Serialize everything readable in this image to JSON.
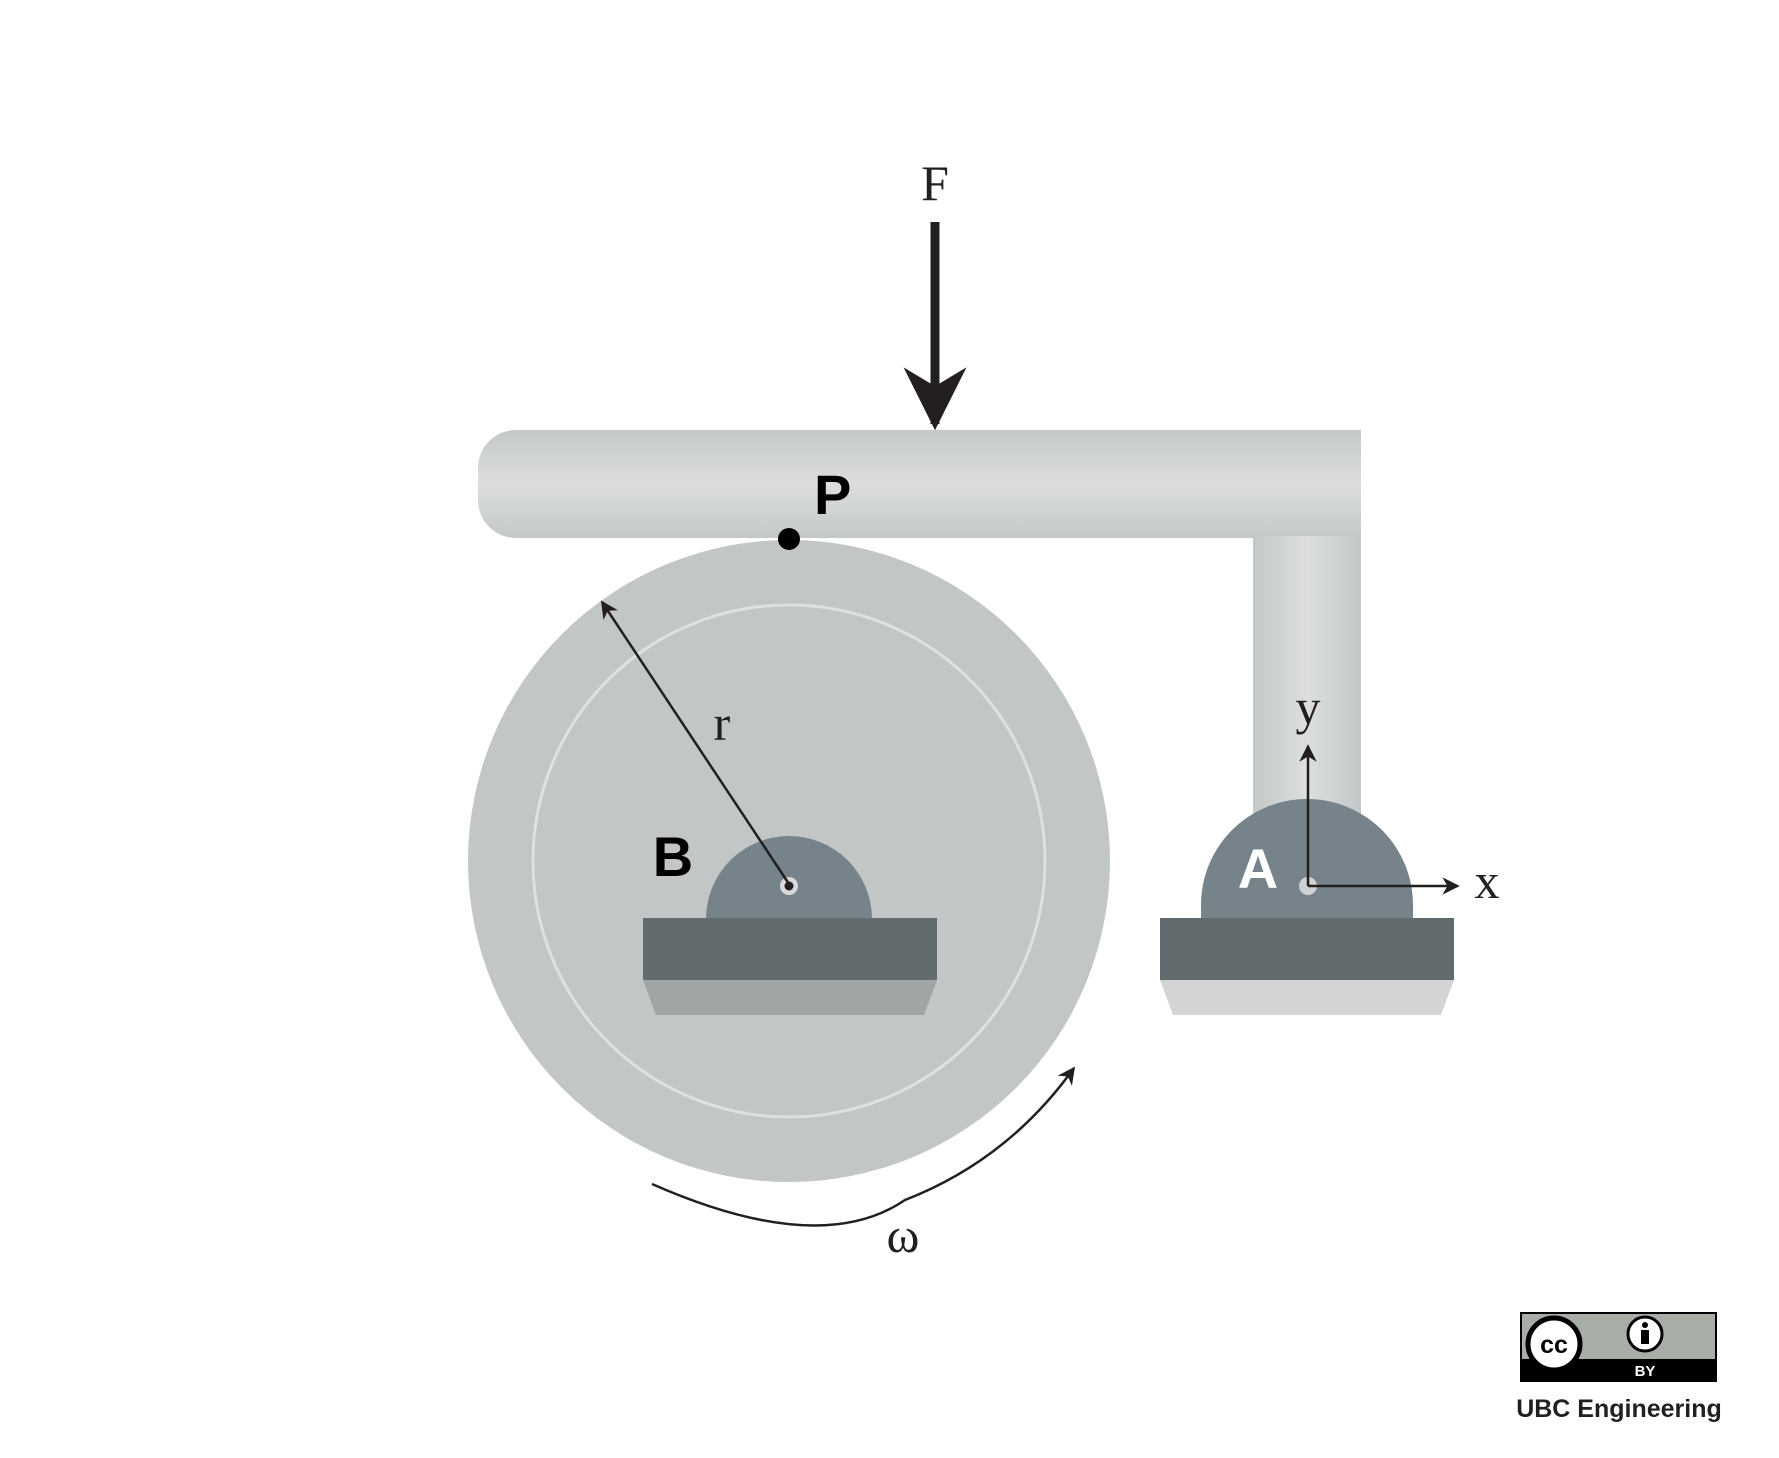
{
  "labels": {
    "force": "F",
    "point_p": "P",
    "radius": "r",
    "support_b": "B",
    "support_a": "A",
    "axis_y": "y",
    "axis_x": "x",
    "angular_velocity": "ω"
  },
  "license": {
    "cc_mark": "cc",
    "by_label": "BY",
    "credit": "UBC Engineering"
  },
  "colors": {
    "body_light": "#c2c6c6",
    "support_dome": "#77838a",
    "base_dark": "#626b6d",
    "base_shadow_b": "#a0a5a6",
    "base_shadow_a": "#d3d4d5",
    "ink": "#231f20"
  }
}
